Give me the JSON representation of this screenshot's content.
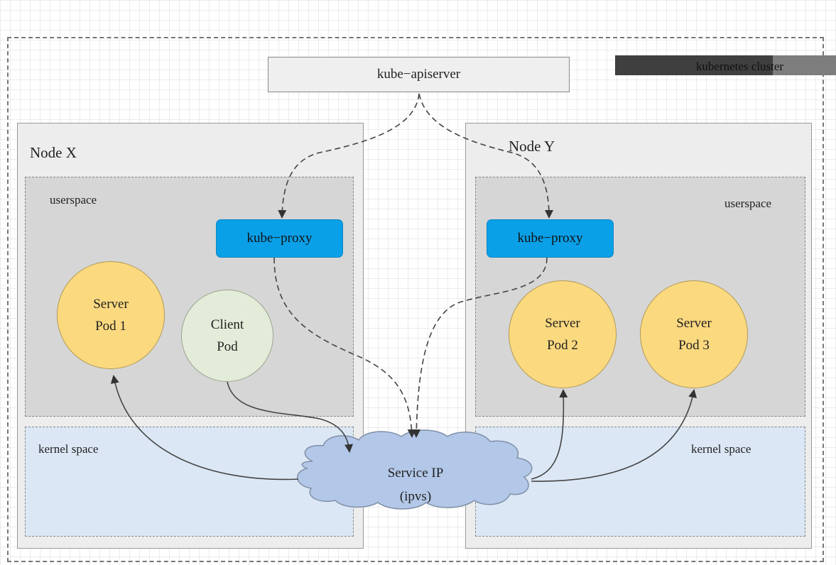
{
  "cluster": {
    "label": "kubernetes cluster"
  },
  "apiserver": {
    "label": "kube−apiserver"
  },
  "nodes": [
    {
      "label": "Node X",
      "userspace_label": "userspace",
      "kernel_label": "kernel space",
      "proxy_label": "kube−proxy",
      "pods": [
        {
          "line1": "Server",
          "line2": "Pod 1",
          "type": "server"
        },
        {
          "line1": "Client",
          "line2": "Pod",
          "type": "client"
        }
      ]
    },
    {
      "label": "Node Y",
      "userspace_label": "userspace",
      "kernel_label": "kernel space",
      "proxy_label": "kube−proxy",
      "pods": [
        {
          "line1": "Server",
          "line2": "Pod 2",
          "type": "server"
        },
        {
          "line1": "Server",
          "line2": "Pod 3",
          "type": "server"
        }
      ]
    }
  ],
  "service": {
    "line1": "Service IP",
    "line2": "(ipvs)"
  },
  "colors": {
    "server_pod": "#fbd97f",
    "client_pod": "#e3ecd8",
    "kube_proxy": "#0aa0e8",
    "userspace": "#d6d6d6",
    "kernel_space": "#dce7f5",
    "cloud": "#b3c8e8"
  }
}
